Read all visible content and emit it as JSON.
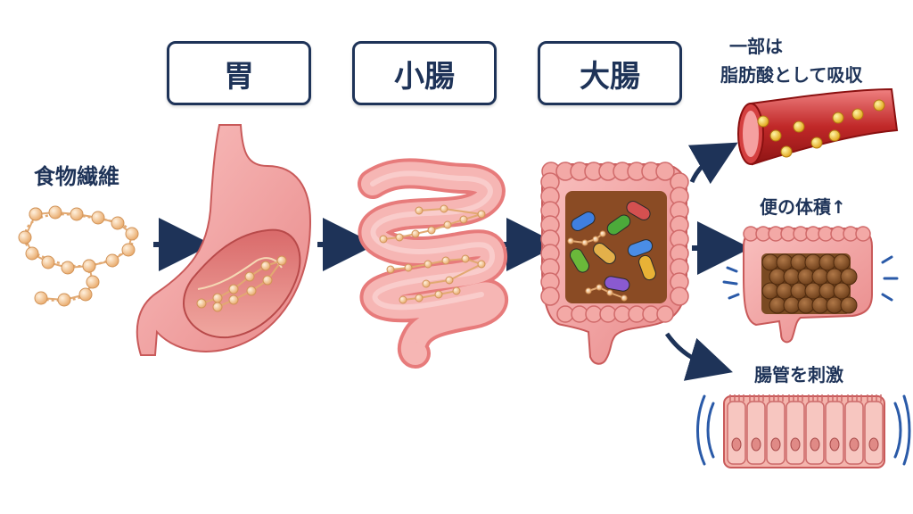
{
  "stages": {
    "stomach": "胃",
    "small_intestine": "小腸",
    "large_intestine": "大腸"
  },
  "input_label": "食物繊維",
  "outcomes": {
    "fatty_acid_line1": "一部は",
    "fatty_acid_line2": "脂肪酸として吸収",
    "stool_volume": "便の体積↑",
    "stimulate": "腸管を刺激"
  },
  "colors": {
    "navy": "#1e3358",
    "organ_pink": "#f2a3a3",
    "organ_dark": "#c95a5a",
    "fiber_bead": "#f4c38a",
    "stool_brown": "#7a4a22",
    "blood_red": "#b31d1d"
  }
}
